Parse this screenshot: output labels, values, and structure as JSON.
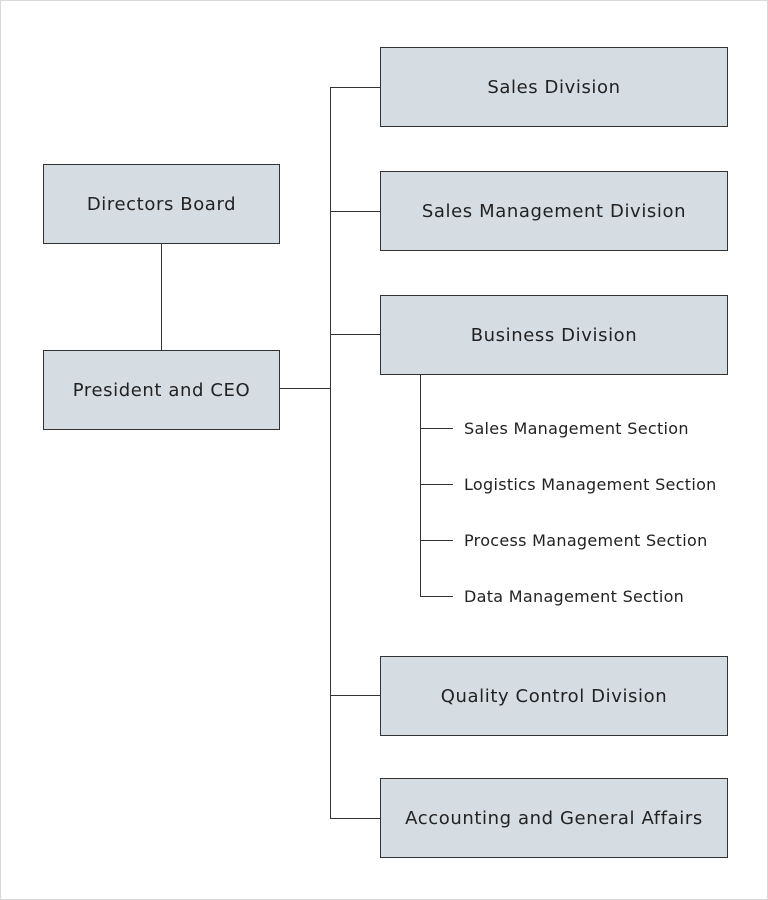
{
  "org": {
    "board": "Directors Board",
    "president": "President and CEO",
    "divisions": [
      "Sales Division",
      "Sales Management Division",
      "Business Division",
      "Quality Control Division",
      "Accounting and General Affairs"
    ],
    "sections": [
      "Sales Management Section",
      "Logistics Management Section",
      "Process Management Section",
      "Data Management Section"
    ]
  }
}
